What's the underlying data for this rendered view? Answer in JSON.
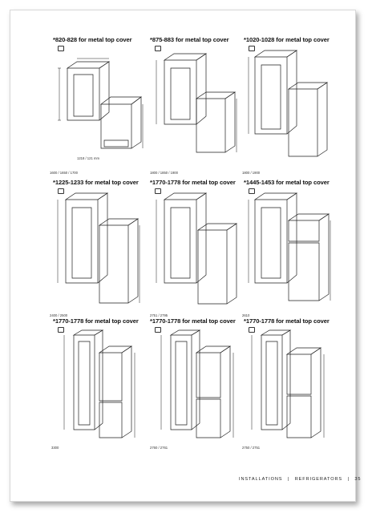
{
  "cells": [
    {
      "title": "*820-828 for metal top cover",
      "label": "1600 / 1650 / 1700",
      "dim": "1218 / 121 mm"
    },
    {
      "title": "*875-883 for metal top cover",
      "label": "1800 / 1850 / 1900",
      "dim": ""
    },
    {
      "title": "*1020-1028 for metal top cover",
      "label": "1800 / 1900",
      "dim": ""
    },
    {
      "title": "*1225-1233 for metal top cover",
      "label": "2400 / 2500",
      "dim": ""
    },
    {
      "title": "*1770-1778 for metal top cover",
      "label": "2751 / 2795",
      "dim": ""
    },
    {
      "title": "*1445-1453 for metal top cover",
      "label": "2610",
      "dim": ""
    },
    {
      "title": "*1770-1778 for metal top cover",
      "label": "3300",
      "dim": ""
    },
    {
      "title": "*1770-1778 for metal top cover",
      "label": "2760 / 2761",
      "dim": ""
    },
    {
      "title": "*1770-1778 for metal top cover",
      "label": "2750 / 2751",
      "dim": ""
    }
  ],
  "footer": {
    "section": "INSTALLATIONS",
    "separator": "|",
    "category": "REFRIGERATORS",
    "page": "35"
  },
  "colors": {
    "line": "#1f1f1f",
    "text": "#111111",
    "border": "#d8d8d8"
  }
}
